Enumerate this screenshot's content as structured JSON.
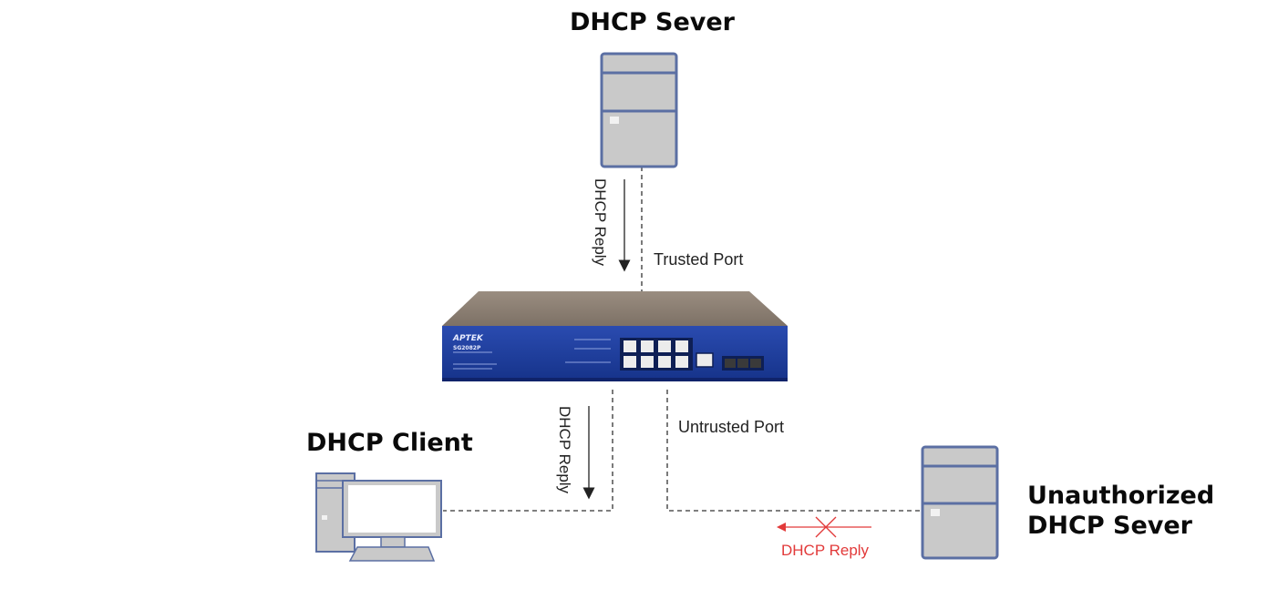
{
  "nodes": {
    "dhcp_server": {
      "label": "DHCP Sever"
    },
    "dhcp_client": {
      "label": "DHCP Client"
    },
    "unauthorized_server": {
      "label_line1": "Unauthorized",
      "label_line2": "DHCP Sever"
    },
    "switch": {
      "brand": "APTEK",
      "model": "SG2082P"
    }
  },
  "ports": {
    "trusted": "Trusted Port",
    "untrusted": "Untrusted Port"
  },
  "messages": {
    "reply_from_server": "DHCP Reply",
    "reply_to_client": "DHCP Reply",
    "reply_blocked": "DHCP Reply"
  },
  "colors": {
    "device_fill": "#c9c9c9",
    "device_border": "#5b6fa3",
    "switch_front": "#1e3f9e",
    "switch_top": "#8a7c6f",
    "blocked": "#e23a3a",
    "line": "#333333"
  }
}
